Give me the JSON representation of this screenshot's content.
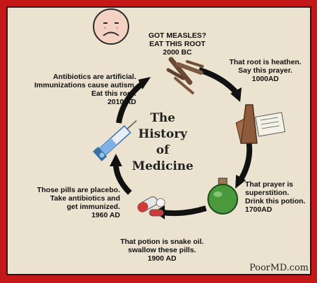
{
  "title": "The History of Medicine",
  "title_lines": "The\nHistory\nof Medicine",
  "captions": {
    "c1": "GOT MEASLES?\nEAT THIS ROOT\n2000 BC",
    "c2": "That root is heathen.\nSay this prayer.\n1000AD",
    "c3": "That prayer is\nsuperstition.\nDrink this potion.\n1700AD",
    "c4": "That potion is snake oil.\nswallow these pills.\n1900 AD",
    "c5": "Those pills are placebo.\nTake antibiotics and\nget immunized.\n1960 AD",
    "c6": "Antibiotics are artificial.\nImmunizations cause autism.\nEat this root.\n2010 AD"
  },
  "watermark": "PoorMD.com",
  "icons": [
    "sad-face-icon",
    "root-icon",
    "praying-hands-icon",
    "potion-bottle-icon",
    "pills-icon",
    "syringe-icon"
  ],
  "colors": {
    "frame": "#c41818",
    "background": "#ece2d0",
    "arrows": "#111111"
  }
}
